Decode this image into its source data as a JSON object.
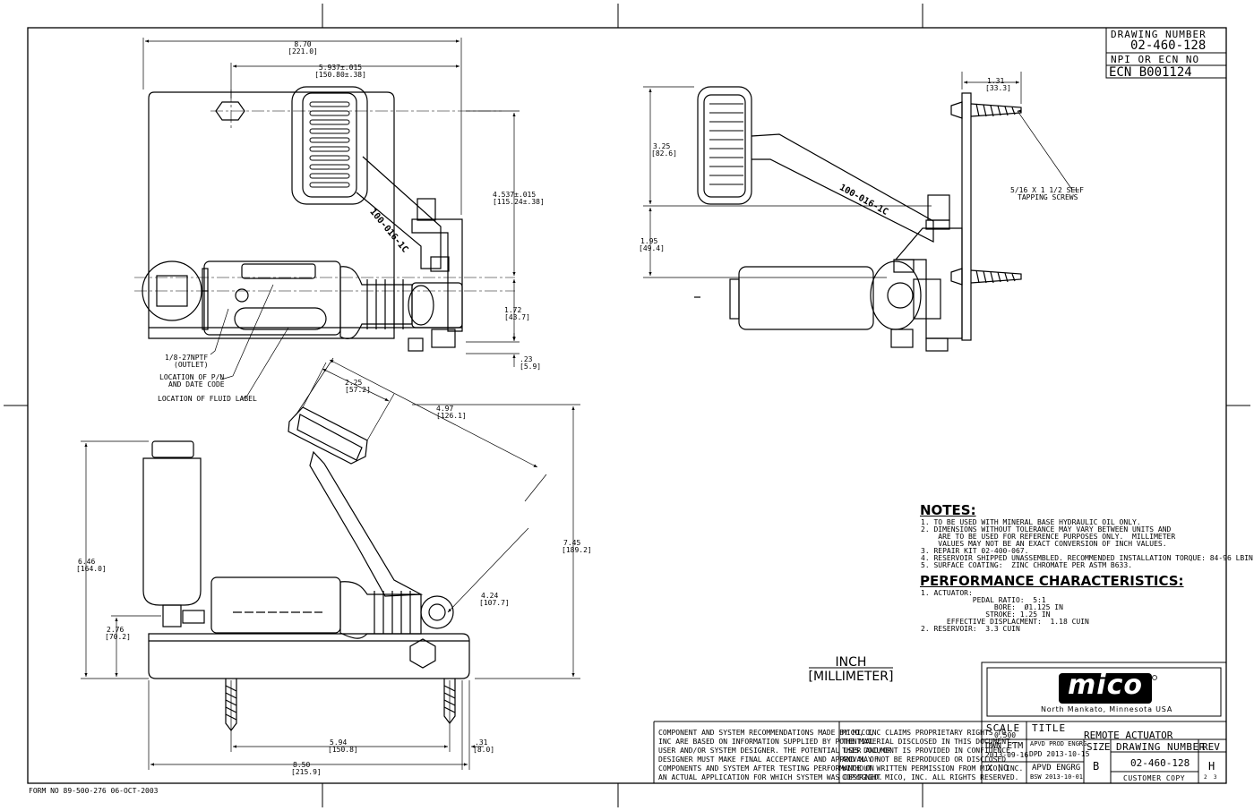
{
  "drawing_number_box": {
    "label": "DRAWING NUMBER",
    "value": "02-460-128"
  },
  "ecn_box": {
    "label": "NPI OR ECN NO",
    "value": "ECN B001124"
  },
  "front_view": {
    "dims": {
      "overall_width": "8.70",
      "overall_width_mm": "[221.0]",
      "pedal_offset": "5.937±.015",
      "pedal_offset_mm": "[150.80±.38]",
      "height": "4.537±.015",
      "height_mm": "[115.24±.38]",
      "axis_height": "1.72",
      "axis_height_mm": "[43.7]",
      "base_gap": ".23",
      "base_gap_mm": "[5.9]"
    },
    "part_label": "100-016-1C",
    "callouts": {
      "outlet": "1/8-27NPTF",
      "outlet_sub": "(OUTLET)",
      "pn_location": "LOCATION OF P/N",
      "pn_location_sub": "AND DATE CODE",
      "fluid_label": "LOCATION OF FLUID LABEL"
    }
  },
  "side_view": {
    "dims": {
      "width": "1.31",
      "width_mm": "[33.3]",
      "pedal_height": "3.25",
      "pedal_height_mm": "[82.6]",
      "pivot_height": "1.95",
      "pivot_height_mm": "[49.4]"
    },
    "part_label": "100-016-1C",
    "screws": "5/16 X 1 1/2 SELF",
    "screws_sub": "TAPPING SCREWS"
  },
  "iso_view": {
    "dims": {
      "pedal_width": "2.25",
      "pedal_width_mm": "[57.2]",
      "pedal_reach": "4.97",
      "pedal_reach_mm": "[126.1]",
      "overall_height": "7.45",
      "overall_height_mm": "[189.2]",
      "reservoir_height": "6.46",
      "reservoir_height_mm": "[164.0]",
      "port_height": "2.76",
      "port_height_mm": "[70.2]",
      "pivot_reach": "4.24",
      "pivot_reach_mm": "[107.7]",
      "mount_spacing": "5.94",
      "mount_spacing_mm": "[150.8]",
      "base_width": "8.50",
      "base_width_mm": "[215.9]",
      "edge_offset": ".31",
      "edge_offset_mm": "[8.0]"
    }
  },
  "notes": {
    "heading": "NOTES:",
    "items": [
      "1. TO BE USED WITH MINERAL BASE HYDRAULIC OIL ONLY.",
      "2. DIMENSIONS WITHOUT TOLERANCE MAY VARY BETWEEN UNITS AND",
      "    ARE TO BE USED FOR REFERENCE PURPOSES ONLY.  MILLIMETER",
      "    VALUES MAY NOT BE AN EXACT CONVERSION OF INCH VALUES.",
      "3. REPAIR KIT 02-400-067.",
      "4. RESERVOIR SHIPPED UNASSEMBLED. RECOMMENDED INSTALLATION TORQUE: 84-96 LBIN.",
      "5. SURFACE COATING:  ZINC CHROMATE PER ASTM B633."
    ]
  },
  "performance": {
    "heading": "PERFORMANCE  CHARACTERISTICS:",
    "items": [
      "1. ACTUATOR:",
      "            PEDAL RATIO:  5:1",
      "                 BORE:  Ø1.125 IN",
      "               STROKE: 1.25 IN",
      "      EFFECTIVE DISPLACMENT:  1.18 CUIN",
      "2. RESERVOIR:  3.3 CUIN"
    ]
  },
  "units": {
    "primary": "INCH",
    "secondary": "[MILLIMETER]"
  },
  "title_block": {
    "logo": "mico",
    "location": "North Mankato, Minnesota USA",
    "disclaimer_left": [
      "COMPONENT AND SYSTEM RECOMMENDATIONS MADE BY MICO,",
      "INC ARE BASED ON INFORMATION SUPPLIED BY POTENTIAL",
      "USER AND/OR SYSTEM DESIGNER.  THE POTENTIAL USER AND/OR",
      "DESIGNER MUST MAKE FINAL ACCEPTANCE AND APPROVAL OF",
      "COMPONENTS AND SYSTEM AFTER TESTING PERFORMANCE ON",
      "AN ACTUAL APPLICATION FOR WHICH SYSTEM WAS DESIGNED."
    ],
    "disclaimer_right": [
      "MICO, INC CLAIMS PROPRIETARY RIGHTS TO",
      "THE MATERIAL DISCLOSED IN THIS DOCUMENT.",
      "THIS DOCUMENT IS PROVIDED IN CONFIDENCE",
      "AND MAY NOT BE REPRODUCED OR DISCLOSED",
      "WITHOUT WRITTEN PERMISSION FROM MICO, INC.",
      "COPYRIGHT MICO, INC.  ALL RIGHTS RESERVED."
    ],
    "scale_label": "SCALE",
    "scale_value": "0.500",
    "title_label": "TITLE",
    "title_value": "REMOTE ACTUATOR",
    "dwn_label": "DWN ETM",
    "dwn_date": "2013-09-16",
    "apvd_prod_label": "APVD PROD ENGRG",
    "apvd_prod_value": "DPD 2013-10-15",
    "apvd_engrg_label": "APVD ENGRG",
    "apvd_engrg_value": "BSW 2013-10-01",
    "xno_label": "X NO",
    "xno_value": "-",
    "size_label": "SIZE",
    "size_value": "B",
    "dn_label": "DRAWING NUMBER",
    "dn_value": "02-460-128",
    "copy_label": "CUSTOMER COPY",
    "rev_label": "REV",
    "rev_value": "H",
    "sheet_value": "2  3"
  },
  "form_number": "FORM NO 89-500-276  06-OCT-2003"
}
